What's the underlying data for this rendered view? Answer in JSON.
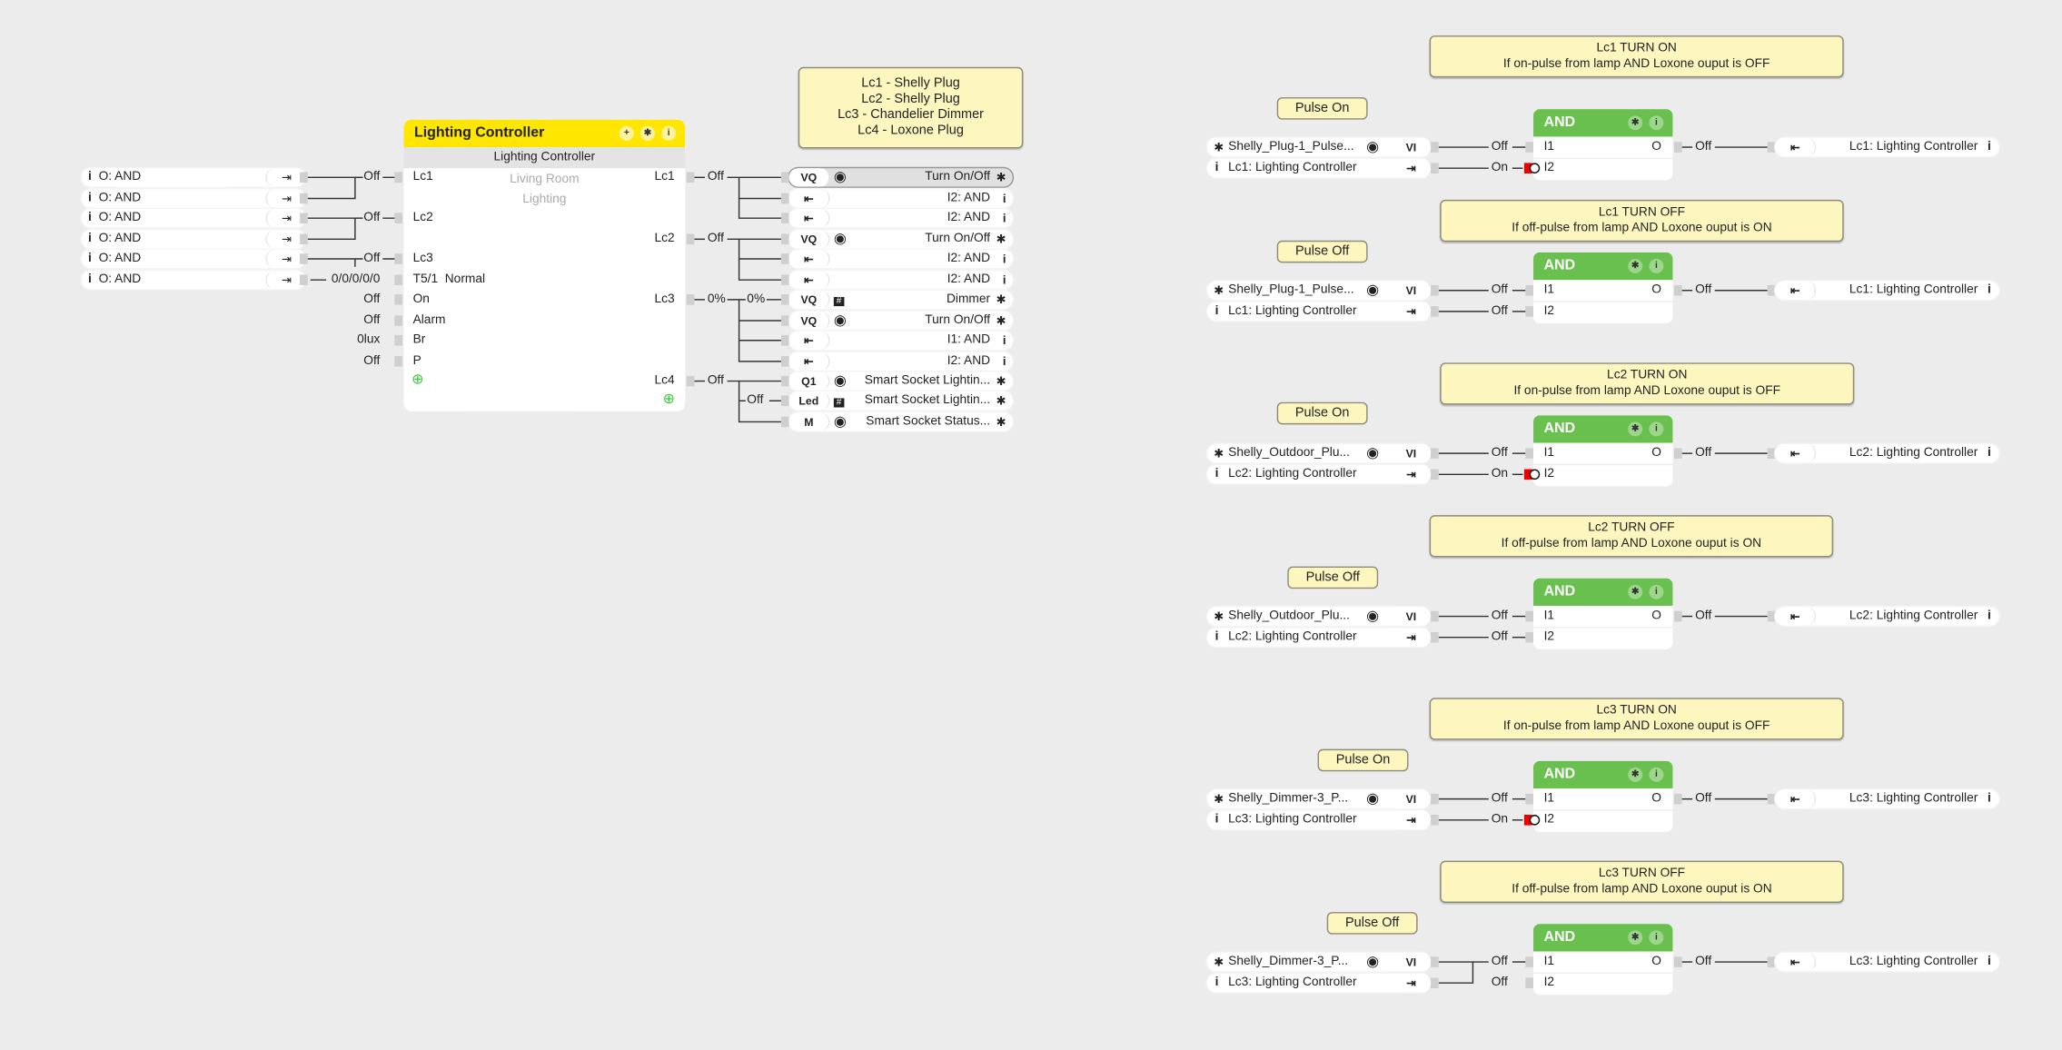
{
  "left_inputs": [
    {
      "label": "O: AND"
    },
    {
      "label": "O: AND"
    },
    {
      "label": "O: AND"
    },
    {
      "label": "O: AND"
    },
    {
      "label": "O: AND"
    },
    {
      "label": "O: AND"
    }
  ],
  "left_values": {
    "lc1": "Off",
    "lc2": "Off",
    "lc3": "Off",
    "t5": "0/0/0/0/0",
    "on": "Off",
    "alarm": "Off",
    "br": "0lux",
    "p": "Off"
  },
  "controller": {
    "title": "Lighting Controller",
    "subtitle": "Lighting Controller",
    "room": "Living Room",
    "category": "Lighting",
    "inputs": [
      "Lc1",
      "Lc2",
      "Lc3",
      "T5/1  Normal",
      "On",
      "Alarm",
      "Br",
      "P"
    ],
    "outputs": [
      "Lc1",
      "Lc2",
      "Lc3",
      "Lc4"
    ]
  },
  "output_values": {
    "lc1": "Off",
    "lc2": "Off",
    "lc3": "0%",
    "lc3_branch": "0%",
    "lc4": "Off",
    "lc4_branch": "Off"
  },
  "legend_note": [
    "Lc1 - Shelly Plug",
    "Lc2 - Shelly Plug",
    "Lc3 - Chandelier Dimmer",
    "Lc4 - Loxone Plug"
  ],
  "outputs_list": [
    {
      "tag": "VQ",
      "icon": "toggle-icon",
      "label": "Turn On/Off",
      "end": "gear-icon"
    },
    {
      "tag": "",
      "icon": "input-icon",
      "label": "I2: AND",
      "end": "info-icon"
    },
    {
      "tag": "",
      "icon": "input-icon",
      "label": "I2: AND",
      "end": "info-icon"
    },
    {
      "tag": "VQ",
      "icon": "toggle-icon",
      "label": "Turn On/Off",
      "end": "gear-icon"
    },
    {
      "tag": "",
      "icon": "input-icon",
      "label": "I2: AND",
      "end": "info-icon"
    },
    {
      "tag": "",
      "icon": "input-icon",
      "label": "I2: AND",
      "end": "info-icon"
    },
    {
      "tag": "VQ",
      "icon": "hash-icon",
      "label": "Dimmer",
      "end": "gear-icon"
    },
    {
      "tag": "VQ",
      "icon": "toggle-icon",
      "label": "Turn On/Off",
      "end": "gear-icon"
    },
    {
      "tag": "",
      "icon": "input-icon",
      "label": "I1: AND",
      "end": "info-icon"
    },
    {
      "tag": "",
      "icon": "input-icon",
      "label": "I2: AND",
      "end": "info-icon"
    },
    {
      "tag": "Q1",
      "icon": "toggle-icon",
      "label": "Smart Socket Lightin...",
      "end": "gear-icon"
    },
    {
      "tag": "Led",
      "icon": "hash-icon",
      "label": "Smart Socket Lightin...",
      "end": "gear-icon"
    },
    {
      "tag": "M",
      "icon": "radio-icon",
      "label": "Smart Socket Status...",
      "end": "gear-icon"
    }
  ],
  "groups": [
    {
      "title": "Lc1 TURN ON",
      "desc": "If on-pulse from lamp AND Loxone ouput is OFF",
      "pulse": "Pulse On",
      "in1": "Shelly_Plug-1_Pulse...",
      "in1_tag": "VI",
      "in2": "Lc1: Lighting Controller",
      "v1": "Off",
      "v2": "On",
      "negated": true,
      "block": "AND",
      "i1": "I1",
      "i2": "I2",
      "o": "O",
      "vo": "Off",
      "out": "Lc1: Lighting Controller"
    },
    {
      "title": "Lc1 TURN OFF",
      "desc": "If off-pulse from lamp AND Loxone ouput is ON",
      "pulse": "Pulse Off",
      "in1": "Shelly_Plug-1_Pulse...",
      "in1_tag": "VI",
      "in2": "Lc1: Lighting Controller",
      "v1": "Off",
      "v2": "Off",
      "negated": false,
      "block": "AND",
      "i1": "I1",
      "i2": "I2",
      "o": "O",
      "vo": "Off",
      "out": "Lc1: Lighting Controller"
    },
    {
      "title": "Lc2 TURN ON",
      "desc": "If on-pulse from lamp AND Loxone ouput is OFF",
      "pulse": "Pulse On",
      "in1": "Shelly_Outdoor_Plu...",
      "in1_tag": "VI",
      "in2": "Lc2: Lighting Controller",
      "v1": "Off",
      "v2": "On",
      "negated": true,
      "block": "AND",
      "i1": "I1",
      "i2": "I2",
      "o": "O",
      "vo": "Off",
      "out": "Lc2: Lighting Controller"
    },
    {
      "title": "Lc2 TURN OFF",
      "desc": "If off-pulse from lamp AND Loxone ouput is ON",
      "pulse": "Pulse Off",
      "in1": "Shelly_Outdoor_Plu...",
      "in1_tag": "VI",
      "in2": "Lc2: Lighting Controller",
      "v1": "Off",
      "v2": "Off",
      "negated": false,
      "block": "AND",
      "i1": "I1",
      "i2": "I2",
      "o": "O",
      "vo": "Off",
      "out": "Lc2: Lighting Controller"
    },
    {
      "title": "Lc3 TURN ON",
      "desc": "If on-pulse from lamp AND Loxone ouput is OFF",
      "pulse": "Pulse On",
      "in1": "Shelly_Dimmer-3_P...",
      "in1_tag": "VI",
      "in2": "Lc3: Lighting Controller",
      "v1": "Off",
      "v2": "On",
      "negated": true,
      "block": "AND",
      "i1": "I1",
      "i2": "I2",
      "o": "O",
      "vo": "Off",
      "out": "Lc3: Lighting Controller"
    },
    {
      "title": "Lc3 TURN OFF",
      "desc": "If off-pulse from lamp AND Loxone ouput is ON",
      "pulse": "Pulse Off",
      "in1": "Shelly_Dimmer-3_P...",
      "in1_tag": "VI",
      "in2": "Lc3: Lighting Controller",
      "v1": "Off",
      "v2": "Off",
      "negated": false,
      "block": "AND",
      "i1": "I1",
      "i2": "I2",
      "o": "O",
      "vo": "Off",
      "out": "Lc3: Lighting Controller"
    }
  ]
}
